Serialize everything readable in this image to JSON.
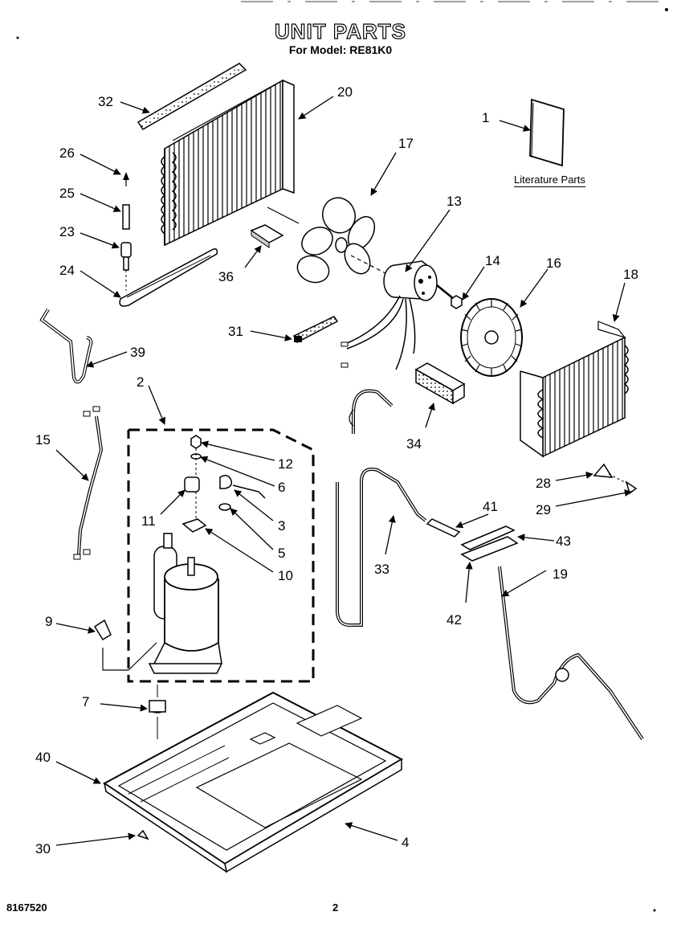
{
  "header": {
    "title": "UNIT PARTS",
    "subtitle": "For Model: RE81K0"
  },
  "footer": {
    "doc_number": "8167520",
    "page_number": "2"
  },
  "literature_label": "Literature Parts",
  "callouts": [
    "1",
    "2",
    "3",
    "4",
    "5",
    "6",
    "7",
    "9",
    "10",
    "11",
    "12",
    "13",
    "14",
    "15",
    "16",
    "17",
    "18",
    "19",
    "20",
    "23",
    "24",
    "25",
    "26",
    "28",
    "29",
    "30",
    "31",
    "32",
    "33",
    "34",
    "36",
    "39",
    "40",
    "41",
    "42",
    "43"
  ]
}
